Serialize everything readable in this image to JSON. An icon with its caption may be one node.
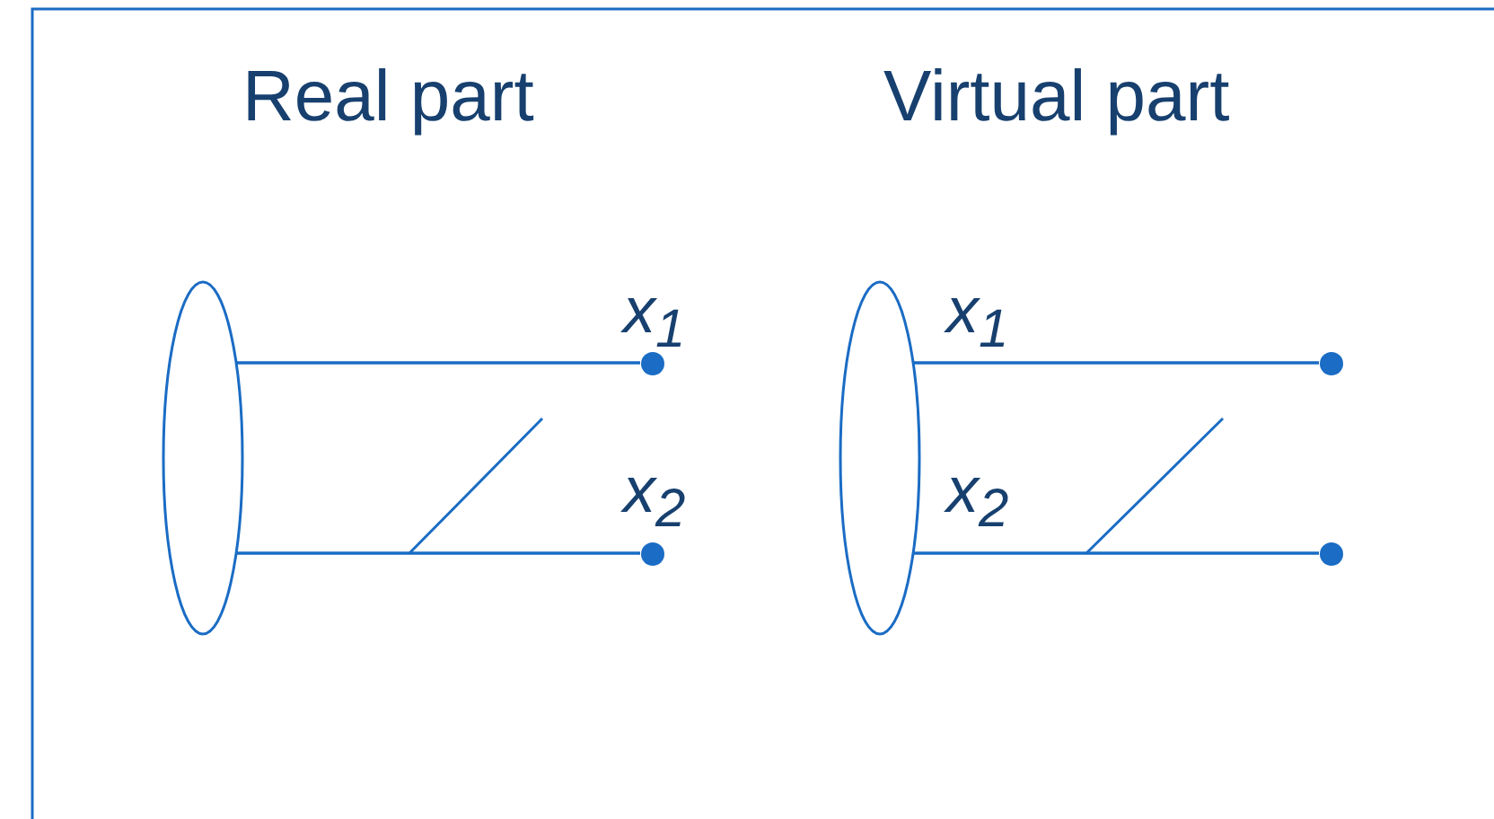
{
  "diagram": {
    "nodes": [
      {
        "text": [],
        "shape": "ellipse"
      },
      {
        "text": [],
        "shape": "circle"
      },
      {
        "text": [],
        "shape": "circle"
      },
      {
        "text": [],
        "shape": "ellipse"
      },
      {
        "text": [],
        "shape": "circle"
      },
      {
        "text": [],
        "shape": "circle"
      }
    ],
    "edges": [
      {
        "from": 0,
        "to": 1,
        "arrow": "none"
      },
      {
        "from": 0,
        "to": 2,
        "arrow": "none"
      },
      {
        "from": 3,
        "to": 4,
        "arrow": "none"
      },
      {
        "from": 3,
        "to": 5,
        "arrow": "none"
      }
    ],
    "labels": [
      "Real part",
      "Virtual part",
      "x$_{1}$",
      "x$_{2}$",
      "x$_{1}$",
      "x$_{2}$"
    ]
  }
}
